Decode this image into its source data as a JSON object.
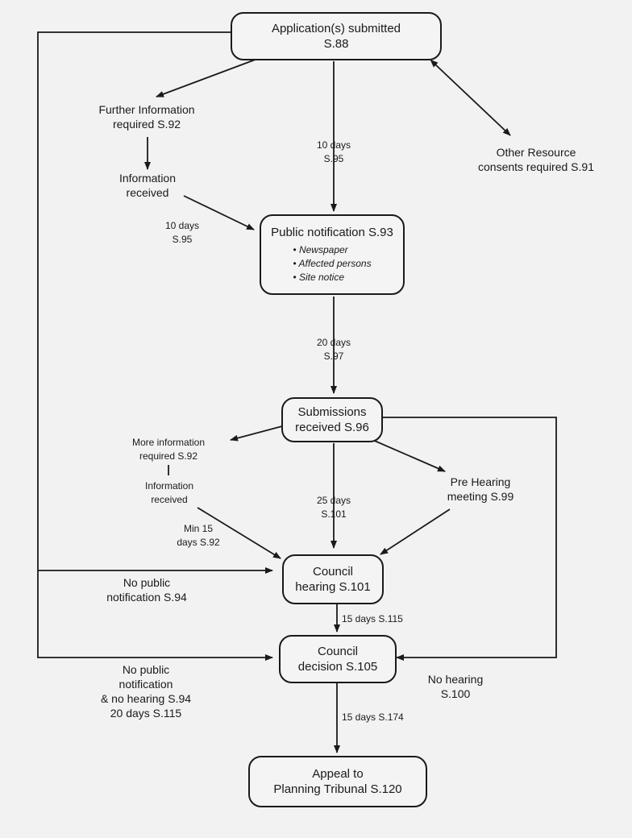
{
  "boxes": {
    "application": [
      "Application(s) submitted",
      "S.88"
    ],
    "public_notification": {
      "title": "Public notification S.93",
      "items": [
        "Newspaper",
        "Affected persons",
        "Site notice"
      ]
    },
    "submissions": [
      "Submissions",
      "received S.96"
    ],
    "hearing": [
      "Council",
      "hearing S.101"
    ],
    "decision": [
      "Council",
      "decision S.105"
    ],
    "appeal": [
      "Appeal to",
      "Planning Tribunal S.120"
    ]
  },
  "labels": {
    "further_info": [
      "Further Information",
      "required S.92"
    ],
    "info_received_1": [
      "Information",
      "received"
    ],
    "ten_days_a": [
      "10 days",
      "S.95"
    ],
    "ten_days_b": [
      "10 days",
      "S.95"
    ],
    "other_resource": [
      "Other Resource",
      "consents required S.91"
    ],
    "twenty_days": [
      "20 days",
      "S.97"
    ],
    "more_info": [
      "More information",
      "required S.92"
    ],
    "info_received_2": [
      "Information",
      "received"
    ],
    "min_15": [
      "Min 15",
      "days S.92"
    ],
    "twentyfive_days": [
      "25 days",
      "S.101"
    ],
    "pre_hearing": [
      "Pre Hearing",
      "meeting S.99"
    ],
    "no_public_1": [
      "No public",
      "notification S.94"
    ],
    "fifteen_days_115": "15 days S.115",
    "no_public_2": [
      "No public",
      "notification",
      "& no hearing S.94",
      "20 days S.115"
    ],
    "no_hearing": [
      "No hearing",
      "S.100"
    ],
    "fifteen_days_174": "15 days S.174"
  }
}
